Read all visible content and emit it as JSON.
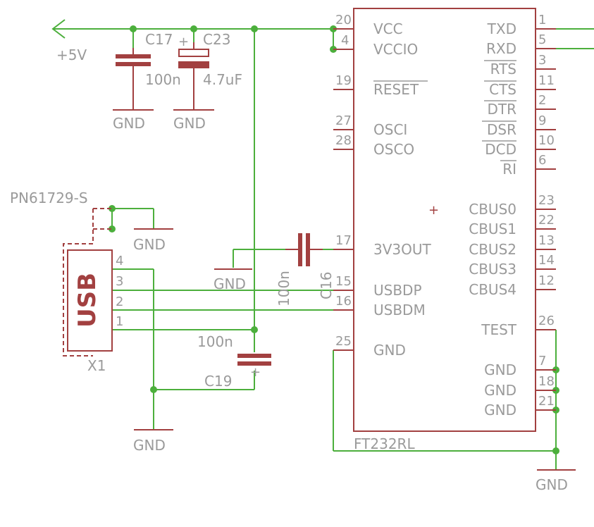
{
  "power": {
    "rail_label": "+5V",
    "gnd_label": "GND"
  },
  "capacitors": {
    "c17": {
      "name": "C17",
      "value": "100n"
    },
    "c23": {
      "name": "C23",
      "value": "4.7uF"
    },
    "c16": {
      "name": "C16",
      "value": "100n"
    },
    "c19": {
      "name": "C19",
      "value": "100n"
    }
  },
  "connector": {
    "name": "X1",
    "part": "PN61729-S",
    "body_text": "USB",
    "pins": [
      "4",
      "3",
      "2",
      "1"
    ]
  },
  "ic": {
    "name": "FT232RL",
    "left_pins": [
      {
        "num": "20",
        "label": "VCC"
      },
      {
        "num": "4",
        "label": "VCCIO"
      },
      {
        "num": "19",
        "label": "RESET"
      },
      {
        "num": "27",
        "label": "OSCI"
      },
      {
        "num": "28",
        "label": "OSCO"
      },
      {
        "num": "17",
        "label": "3V3OUT"
      },
      {
        "num": "15",
        "label": "USBDP"
      },
      {
        "num": "16",
        "label": "USBDM"
      },
      {
        "num": "25",
        "label": "GND"
      }
    ],
    "right_pins": [
      {
        "num": "1",
        "label": "TXD"
      },
      {
        "num": "5",
        "label": "RXD"
      },
      {
        "num": "3",
        "label": "RTS"
      },
      {
        "num": "11",
        "label": "CTS"
      },
      {
        "num": "2",
        "label": "DTR"
      },
      {
        "num": "9",
        "label": "DSR"
      },
      {
        "num": "10",
        "label": "DCD"
      },
      {
        "num": "6",
        "label": "RI"
      },
      {
        "num": "23",
        "label": "CBUS0"
      },
      {
        "num": "22",
        "label": "CBUS1"
      },
      {
        "num": "13",
        "label": "CBUS2"
      },
      {
        "num": "14",
        "label": "CBUS3"
      },
      {
        "num": "12",
        "label": "CBUS4"
      },
      {
        "num": "26",
        "label": "TEST"
      },
      {
        "num": "7",
        "label": "GND"
      },
      {
        "num": "18",
        "label": "GND"
      },
      {
        "num": "21",
        "label": "GND"
      }
    ]
  }
}
